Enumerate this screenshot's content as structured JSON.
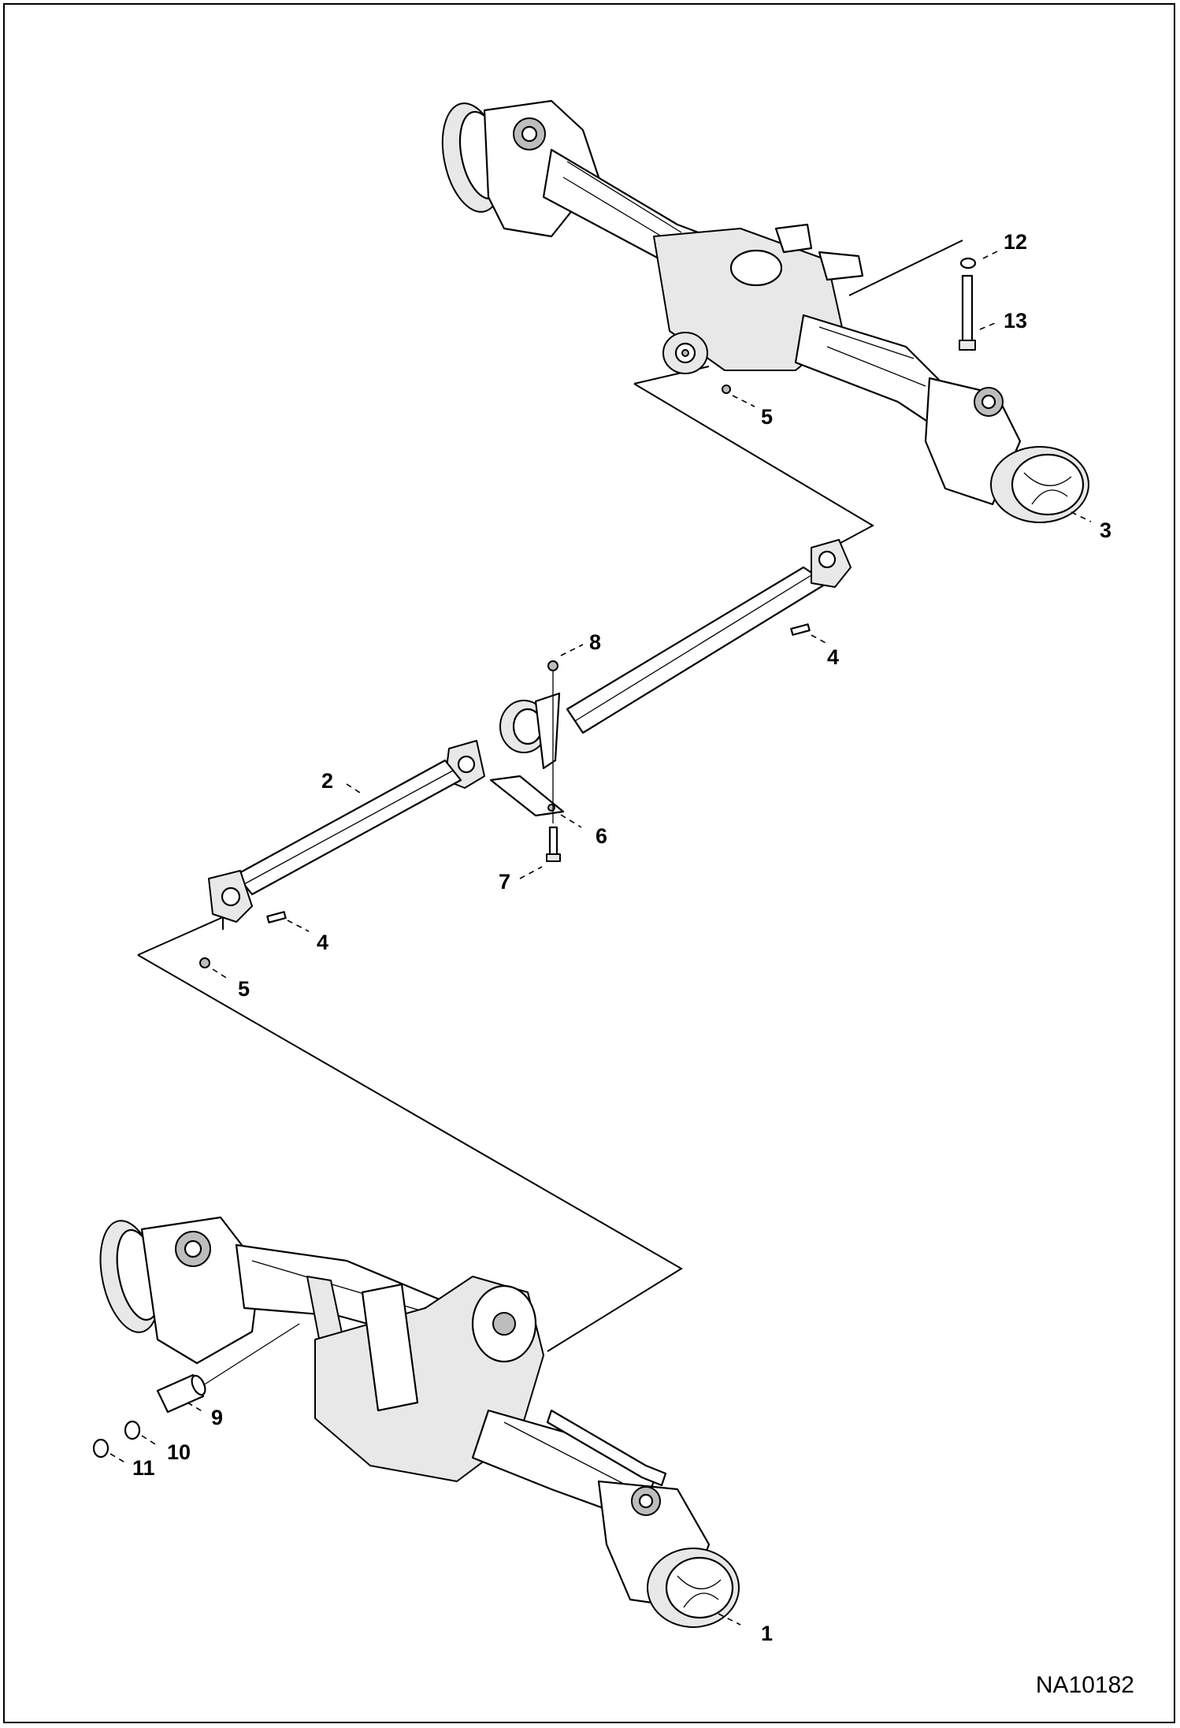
{
  "figure": {
    "code": "NA10182",
    "callouts": [
      {
        "id": "c12",
        "text": "12"
      },
      {
        "id": "c13",
        "text": "13"
      },
      {
        "id": "c5a",
        "text": "5"
      },
      {
        "id": "c3",
        "text": "3"
      },
      {
        "id": "c8",
        "text": "8"
      },
      {
        "id": "c4a",
        "text": "4"
      },
      {
        "id": "c2",
        "text": "2"
      },
      {
        "id": "c6",
        "text": "6"
      },
      {
        "id": "c7",
        "text": "7"
      },
      {
        "id": "c4b",
        "text": "4"
      },
      {
        "id": "c5b",
        "text": "5"
      },
      {
        "id": "c9",
        "text": "9"
      },
      {
        "id": "c10",
        "text": "10"
      },
      {
        "id": "c11",
        "text": "11"
      },
      {
        "id": "c1",
        "text": "1"
      }
    ]
  }
}
